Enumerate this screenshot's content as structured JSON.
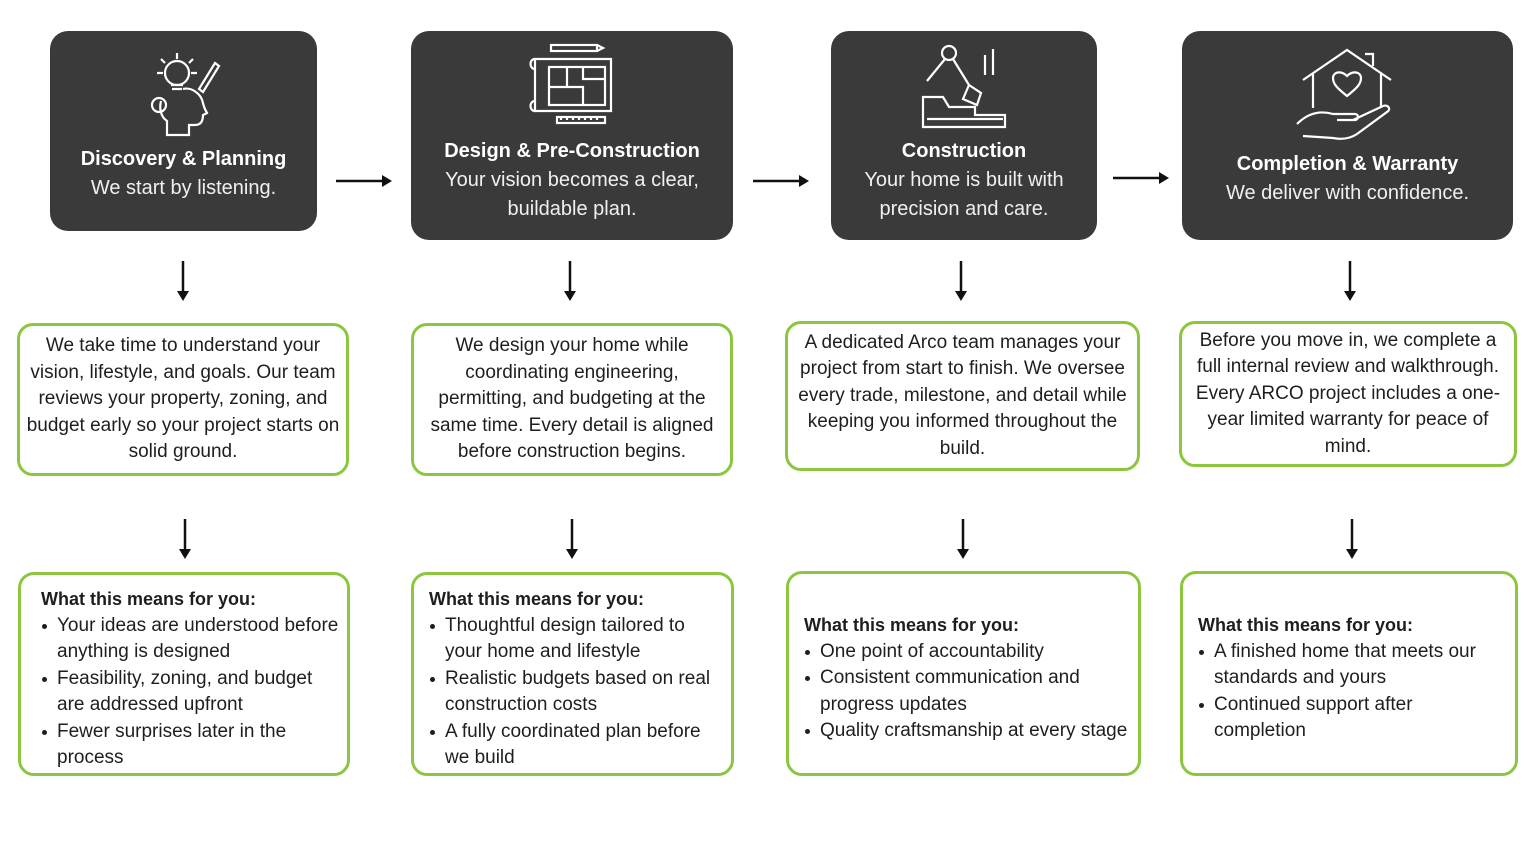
{
  "accent_color": "#8cc63f",
  "card_color": "#3a3a3a",
  "stages": [
    {
      "title": "Discovery & Planning",
      "subtitle": "We start by listening.",
      "icon": "lightbulb-head-icon",
      "description": "We take time to understand your vision, lifestyle, and goals. Our team reviews your property, zoning, and budget early so your project starts on solid ground.",
      "benefits_heading": "What this means for you:",
      "benefits": [
        "Your ideas are understood before anything is designed",
        "Feasibility, zoning, and budget are addressed upfront",
        "Fewer surprises later in the process"
      ]
    },
    {
      "title": "Design & Pre-Construction",
      "subtitle": "Your vision becomes a clear, buildable plan.",
      "icon": "blueprint-icon",
      "description": "We design your home while coordinating engineering, permitting, and budgeting at the same time. Every detail is aligned before construction begins.",
      "benefits_heading": "What this means for you:",
      "benefits": [
        "Thoughtful design tailored to your home and lifestyle",
        "Realistic budgets based on real construction costs",
        "A fully coordinated plan before we build"
      ]
    },
    {
      "title": "Construction",
      "subtitle": "Your home is built with precision and care.",
      "icon": "excavator-icon",
      "description": "A dedicated Arco team manages your project from start to finish. We oversee every trade, milestone, and detail while keeping you informed throughout the build.",
      "benefits_heading": "What this means for you:",
      "benefits": [
        "One point of accountability",
        "Consistent communication and progress updates",
        "Quality craftsmanship at every stage"
      ]
    },
    {
      "title": "Completion & Warranty",
      "subtitle": "We deliver with confidence.",
      "icon": "house-heart-hand-icon",
      "description": "Before you move in, we complete a full internal review and walkthrough. Every ARCO project includes a one-year limited warranty for peace of mind.",
      "benefits_heading": "What this means for you:",
      "benefits": [
        "A finished home that meets our standards and yours",
        "Continued support after completion"
      ]
    }
  ]
}
